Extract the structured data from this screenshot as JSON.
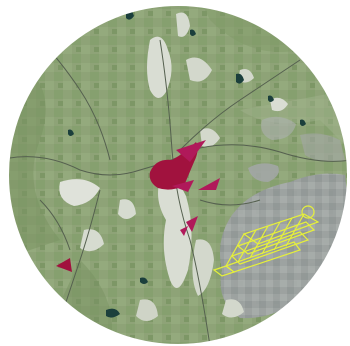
{
  "map": {
    "view": "circular-satellite-overview",
    "colors": {
      "terrain_base": "#8ea377",
      "terrain_dark": "#6f8a5a",
      "clearing": "#d9ddd3",
      "grey_overlay": "#9a9ea0",
      "water": "#1b3f3c",
      "roads": "#5e6a5a",
      "highlight_red": "#a1123e",
      "highlight_magenta": "#b0195a",
      "grid_yellow": "#e6f03a"
    },
    "layers": [
      {
        "name": "terrain",
        "visible": true
      },
      {
        "name": "clearings",
        "visible": true
      },
      {
        "name": "grey-zone-overlay",
        "visible": true
      },
      {
        "name": "roads",
        "visible": true
      },
      {
        "name": "water-bodies",
        "visible": true
      },
      {
        "name": "highlighted-areas",
        "visible": true
      },
      {
        "name": "grid-polygon",
        "visible": true
      }
    ]
  }
}
